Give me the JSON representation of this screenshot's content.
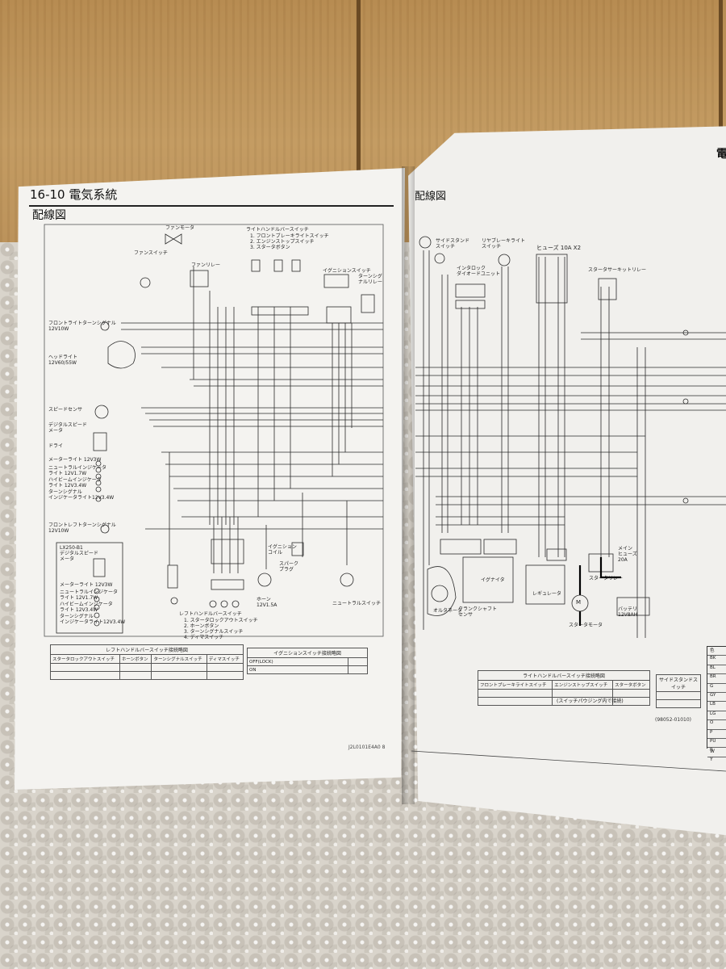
{
  "page": {
    "left_header": "16-10 電気系統",
    "left_subheader": "配線図",
    "right_header": "配線図",
    "right_corner": "電",
    "left_footer": "J2L0101E4A0 8",
    "right_footer": "(98052-01010)"
  },
  "left_labels": {
    "fan_motor": "ファンモータ",
    "fan_switch": "ファンスイッチ",
    "fan_relay": "ファンリレー",
    "right_handlebar_switch": "ライトハンドルバースイッチ",
    "rh_1": "1. フロントブレーキライトスイッチ",
    "rh_2": "2. エンジンストップスイッチ",
    "rh_3": "3. スタータボタン",
    "ignition_switch": "イグニションスイッチ",
    "turn_signal_relay": "ターンシグナルリレー",
    "front_right_turn": "フロントライトターンシグナル\n12V10W",
    "headlight": "ヘッドライト\n12V60/55W",
    "speed_sensor": "スピードセンサ",
    "digital_speedometer": "デジタルスピード\nメータ",
    "rh_meter": "ドライ",
    "meter_light": "メーターライト 12V3W",
    "neutral_indicator": "ニュートラルインジケータ\nライト 12V1.7W",
    "highbeam_indicator": "ハイビームインジケータ\nライト 12V3.4W",
    "turn_indicator": "ターンシグナル\nインジケータライト12V3.4W",
    "front_left_turn": "フロントレフトターンシグナル\n12V10W",
    "lx250": "LX250-B1\nデジタルスピード\nメータ",
    "meter_light2": "メーターライト 12V3W",
    "neutral_indicator2": "ニュートラルインジケータ\nライト 12V1.7W",
    "highbeam_indicator2": "ハイビームインジケータ\nライト 12V3.4W",
    "turn_indicator2": "ターンシグナル\nインジケータライト12V3.4W",
    "left_handlebar_switch": "レフトハンドルバースイッチ",
    "lh_1": "1. スタータロックアウトスイッチ",
    "lh_2": "2. ホーンボタン",
    "lh_3": "3. ターンシグナルスイッチ",
    "lh_4": "4. ディマスイッチ",
    "ignition_coil": "イグニション\nコイル",
    "spark_plug": "スパーク\nプラグ",
    "horn": "ホーン\n12V1.5A",
    "neutral_switch": "ニュートラルスイッチ"
  },
  "right_labels": {
    "side_stand_switch": "サイドスタンド\nスイッチ",
    "rear_brake_switch": "リヤブレーキライト\nスイッチ",
    "interlock_diode": "インタロック\nダイオードユニット",
    "fuse": "ヒューズ 10A X2",
    "starter_circuit_relay": "スタータサーキットリレー",
    "igniter": "イグナイタ",
    "regulator": "レギュレータ",
    "crankshaft_sensor": "クランクシャフト\nセンサ",
    "alternator": "オルタネータ",
    "main_fuse": "メイン\nヒューズ\n20A",
    "starter_relay": "スタータリレー",
    "starter_motor": "スタータモータ",
    "battery": "バッテリ\n12V8AH",
    "motor_symbol": "M"
  },
  "left_tables": {
    "left_handlebar_caption": "レフトハンドルバースイッチ接続略図",
    "starter_lockout": "スタータロックアウトスイッチ",
    "horn_button": "ホーンボタン",
    "turn_switch": "ターンシグナルスイッチ",
    "dimmer_switch": "ディマスイッチ",
    "ignition_caption": "イグニションスイッチ接続略図",
    "off_lock": "OFF(LOCK)",
    "on": "ON"
  },
  "right_tables": {
    "rh_caption": "ライトハンドルバースイッチ接続略図",
    "front_brake": "フロントブレーキライトスイッチ",
    "engine_stop": "エンジンストップスイッチ",
    "starter_button": "スタータボタン",
    "side_stand_caption": "サイドスタンドスイッチ",
    "note": "(スイッチパウジング内で接続)"
  },
  "color_codes": [
    "色",
    "BK",
    "BL",
    "BR",
    "G",
    "GY",
    "LB",
    "LG",
    "O",
    "P",
    "PU",
    "R",
    "W",
    "Y"
  ]
}
